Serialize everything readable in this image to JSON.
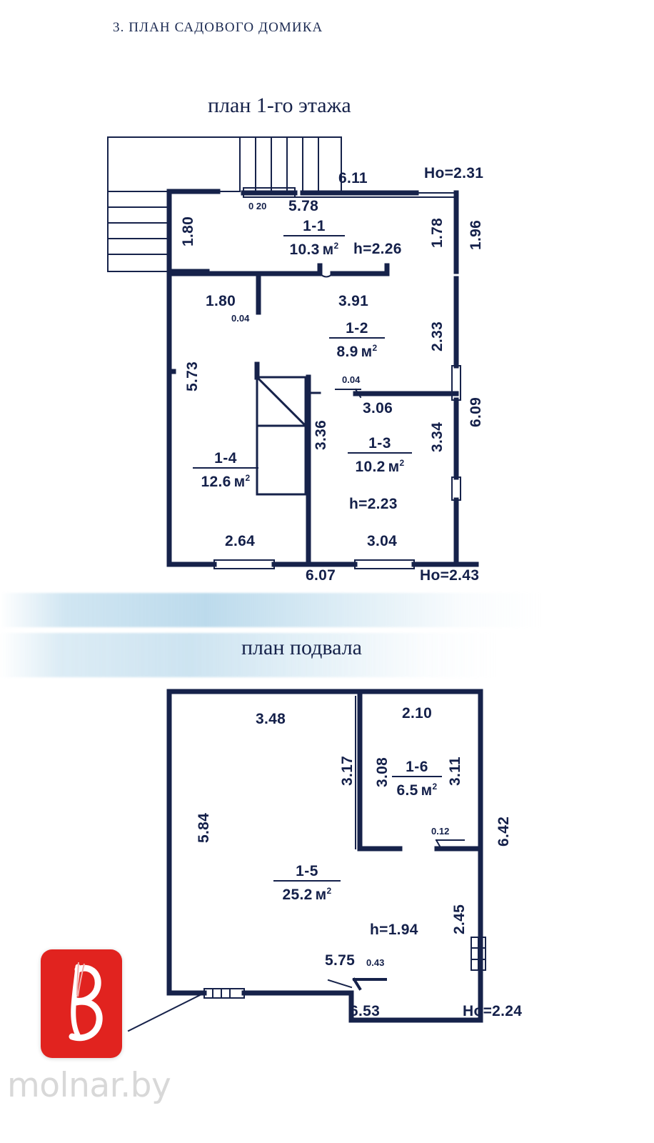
{
  "document": {
    "title": "3. ПЛАН САДОВОГО ДОМИКА"
  },
  "plans": {
    "floor1": {
      "heading": "план 1-го этажа",
      "ceiling_outer_top": "Ho=2.31",
      "ceiling_outer_bottom": "Ho=2.43",
      "dimensions": {
        "top_overall": "6.11",
        "top_inner": "5.78",
        "wall_thickness_top": "0 20",
        "left_upper": "1.80",
        "left_inner_upper": "1.80",
        "partition_upper": "0.04",
        "right_upper_inner": "1.78",
        "right_upper_outer": "1.96",
        "room12_top": "3.91",
        "room12_right": "2.33",
        "room12_partition": "0.04",
        "room13_top": "3.06",
        "room13_left": "3.36",
        "room13_right": "3.34",
        "room13_bottom": "3.04",
        "right_overall": "6.09",
        "left_lower": "5.73",
        "bottom_left": "2.64",
        "bottom_overall": "6.07"
      },
      "rooms": [
        {
          "code": "1-1",
          "area": "10.3",
          "unit": "м",
          "sup": "2",
          "height": "h=2.26"
        },
        {
          "code": "1-2",
          "area": "8.9",
          "unit": "м",
          "sup": "2",
          "height": ""
        },
        {
          "code": "1-3",
          "area": "10.2",
          "unit": "м",
          "sup": "2",
          "height": "h=2.23"
        },
        {
          "code": "1-4",
          "area": "12.6",
          "unit": "м",
          "sup": "2",
          "height": ""
        }
      ]
    },
    "basement": {
      "heading": "план подвала",
      "ceiling_outer_bottom": "Ho=2.24",
      "dimensions": {
        "top_left": "3.48",
        "top_right": "2.10",
        "room15_right": "3.17",
        "room16_left": "3.08",
        "room16_right": "3.11",
        "left_overall": "5.84",
        "right_overall": "6.42",
        "partition": "0.12",
        "lower_right": "2.45",
        "bottom_inner": "5.75",
        "bottom_step": "0.43",
        "bottom_overall": "6.53"
      },
      "rooms": [
        {
          "code": "1-5",
          "area": "25.2",
          "unit": "м",
          "sup": "2",
          "height": "h=1.94"
        },
        {
          "code": "1-6",
          "area": "6.5",
          "unit": "м",
          "sup": "2",
          "height": ""
        }
      ]
    }
  },
  "watermark": {
    "site": "molnar.by",
    "logo_color": "#e1231f"
  }
}
